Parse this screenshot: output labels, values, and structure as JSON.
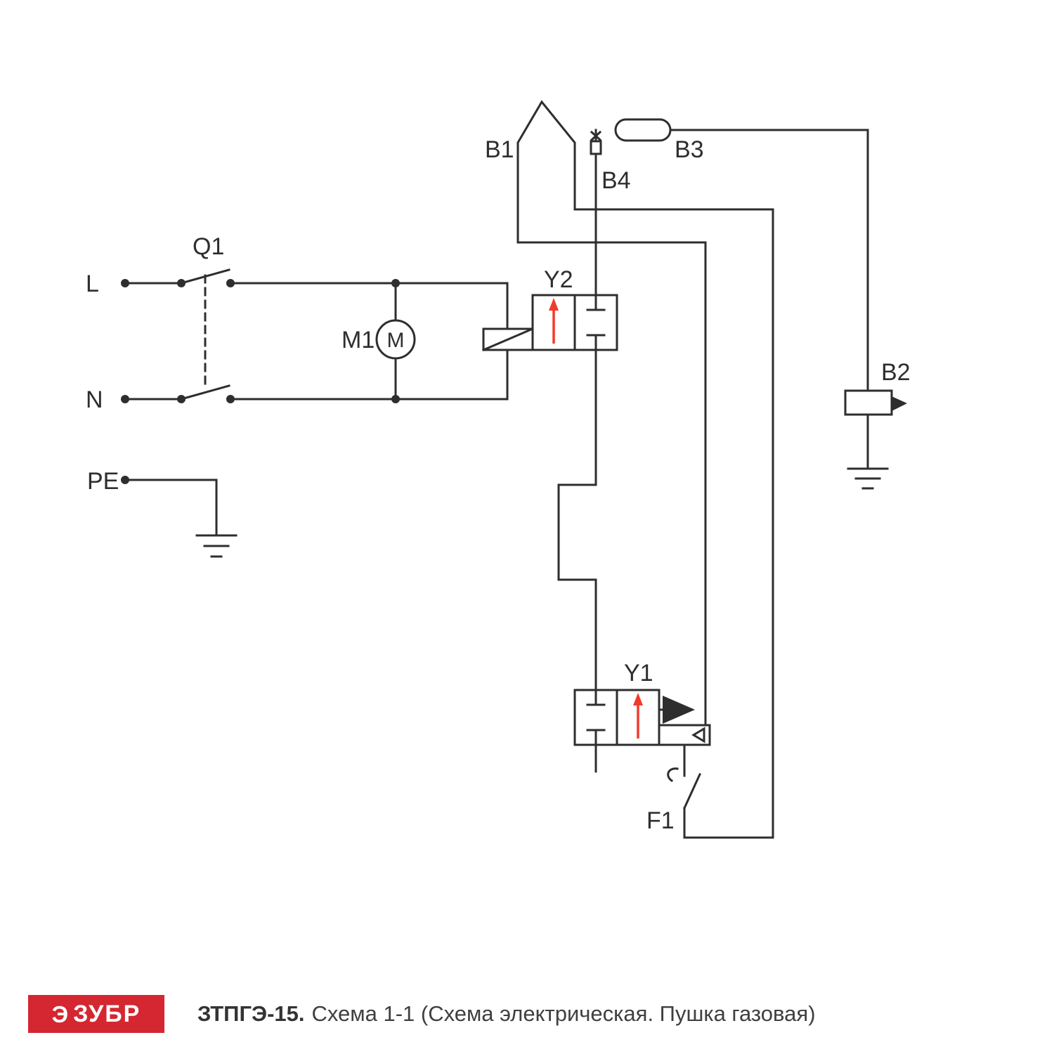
{
  "colors": {
    "line": "#2e2e2e",
    "accent_red": "#f23a2a",
    "brand_red": "#d42731",
    "background": "#ffffff"
  },
  "diagram": {
    "labels": {
      "l": "L",
      "n": "N",
      "pe": "PE",
      "q1": "Q1",
      "m1": "M1",
      "motor_m": "M",
      "y2": "Y2",
      "y1": "Y1",
      "b1": "B1",
      "b2": "B2",
      "b3": "B3",
      "b4": "B4",
      "f1": "F1"
    }
  },
  "footer": {
    "brand": "ЗУБР",
    "brand_icon_glyph": "Э",
    "model": "ЗТПГЭ-15.",
    "caption": "Схема 1-1 (Схема электрическая. Пушка газовая)"
  }
}
